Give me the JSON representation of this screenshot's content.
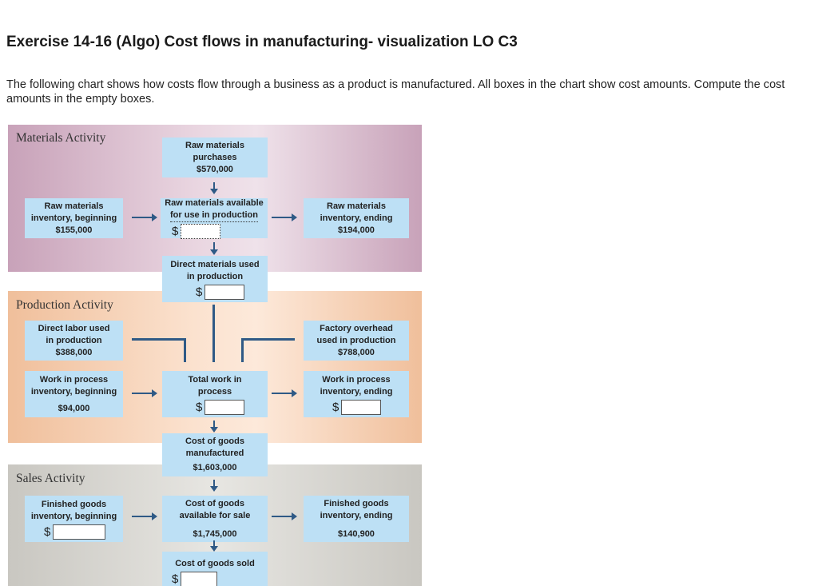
{
  "exercise": {
    "title": "Exercise 14-16 (Algo) Cost flows in manufacturing- visualization LO C3",
    "intro": "The following chart shows how costs flow through a business as a product is manufactured. All boxes in the chart show cost amounts. Compute the cost amounts in the empty boxes."
  },
  "panels": {
    "materials": "Materials Activity",
    "production": "Production Activity",
    "sales": "Sales Activity"
  },
  "boxes": {
    "raw_purchases": {
      "line1": "Raw materials",
      "line2": "purchases",
      "amount": "$570,000"
    },
    "raw_beginning": {
      "line1": "Raw materials",
      "line2": "inventory, beginning",
      "amount": "$155,000"
    },
    "raw_available": {
      "line1": "Raw materials available",
      "line2": "for use in production",
      "dollar": "$"
    },
    "raw_ending": {
      "line1": "Raw materials",
      "line2": "inventory, ending",
      "amount": "$194,000"
    },
    "dm_used": {
      "line1": "Direct materials used",
      "line2": "in production",
      "dollar": "$"
    },
    "dl_used": {
      "line1": "Direct labor used",
      "line2": "in production",
      "amount": "$388,000"
    },
    "overhead": {
      "line1": "Factory overhead",
      "line2": "used in production",
      "amount": "$788,000"
    },
    "wip_beginning": {
      "line1": "Work in process",
      "line2": "inventory, beginning",
      "amount": "$94,000"
    },
    "total_wip": {
      "line1": "Total work in",
      "line2": "process",
      "dollar": "$"
    },
    "wip_ending": {
      "line1": "Work in process",
      "line2": "inventory, ending",
      "dollar": "$"
    },
    "cogm": {
      "line1": "Cost of goods",
      "line2": "manufactured",
      "amount": "$1,603,000"
    },
    "fg_beginning": {
      "line1": "Finished goods",
      "line2": "inventory, beginning",
      "dollar": "$"
    },
    "cogas": {
      "line1": "Cost of goods",
      "line2": "available for sale",
      "amount": "$1,745,000"
    },
    "fg_ending": {
      "line1": "Finished goods",
      "line2": "inventory, ending",
      "amount": "$140,900"
    },
    "cogs": {
      "line1": "Cost of goods sold",
      "dollar": "$"
    }
  },
  "colors": {
    "box_fill": "#bde0f5",
    "arrow": "#2f5a86",
    "materials_panel": "#c8a2b9",
    "production_panel": "#f0bf9b",
    "sales_panel": "#c9c7c1"
  }
}
